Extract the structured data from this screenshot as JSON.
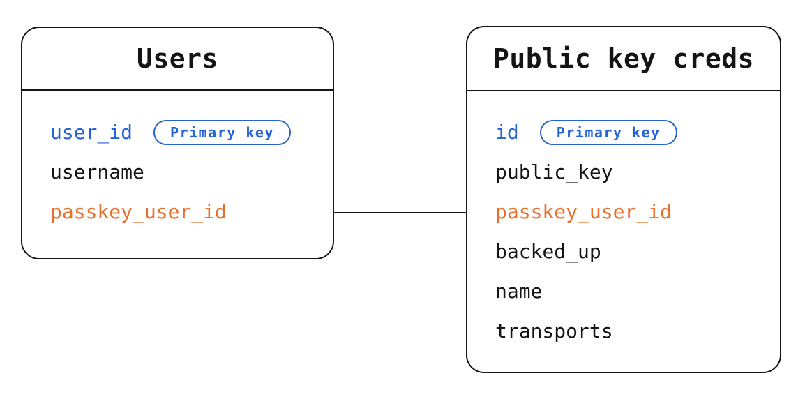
{
  "colors": {
    "blue": "#2563d4",
    "orange": "#e8702d",
    "text": "#141414",
    "line": "#161616",
    "background": "#ffffff"
  },
  "tables": [
    {
      "title": "Users",
      "fields": [
        {
          "name": "user_id",
          "color": "blue",
          "badge": "Primary key"
        },
        {
          "name": "username",
          "color": "text"
        },
        {
          "name": "passkey_user_id",
          "color": "orange"
        }
      ]
    },
    {
      "title": "Public key creds",
      "fields": [
        {
          "name": "id",
          "color": "blue",
          "badge": "Primary key"
        },
        {
          "name": "public_key",
          "color": "text"
        },
        {
          "name": "passkey_user_id",
          "color": "orange"
        },
        {
          "name": "backed_up",
          "color": "text"
        },
        {
          "name": "name",
          "color": "text"
        },
        {
          "name": "transports",
          "color": "text"
        }
      ]
    }
  ],
  "connector": {
    "from": "Users.passkey_user_id",
    "to": "Public key creds.passkey_user_id"
  }
}
